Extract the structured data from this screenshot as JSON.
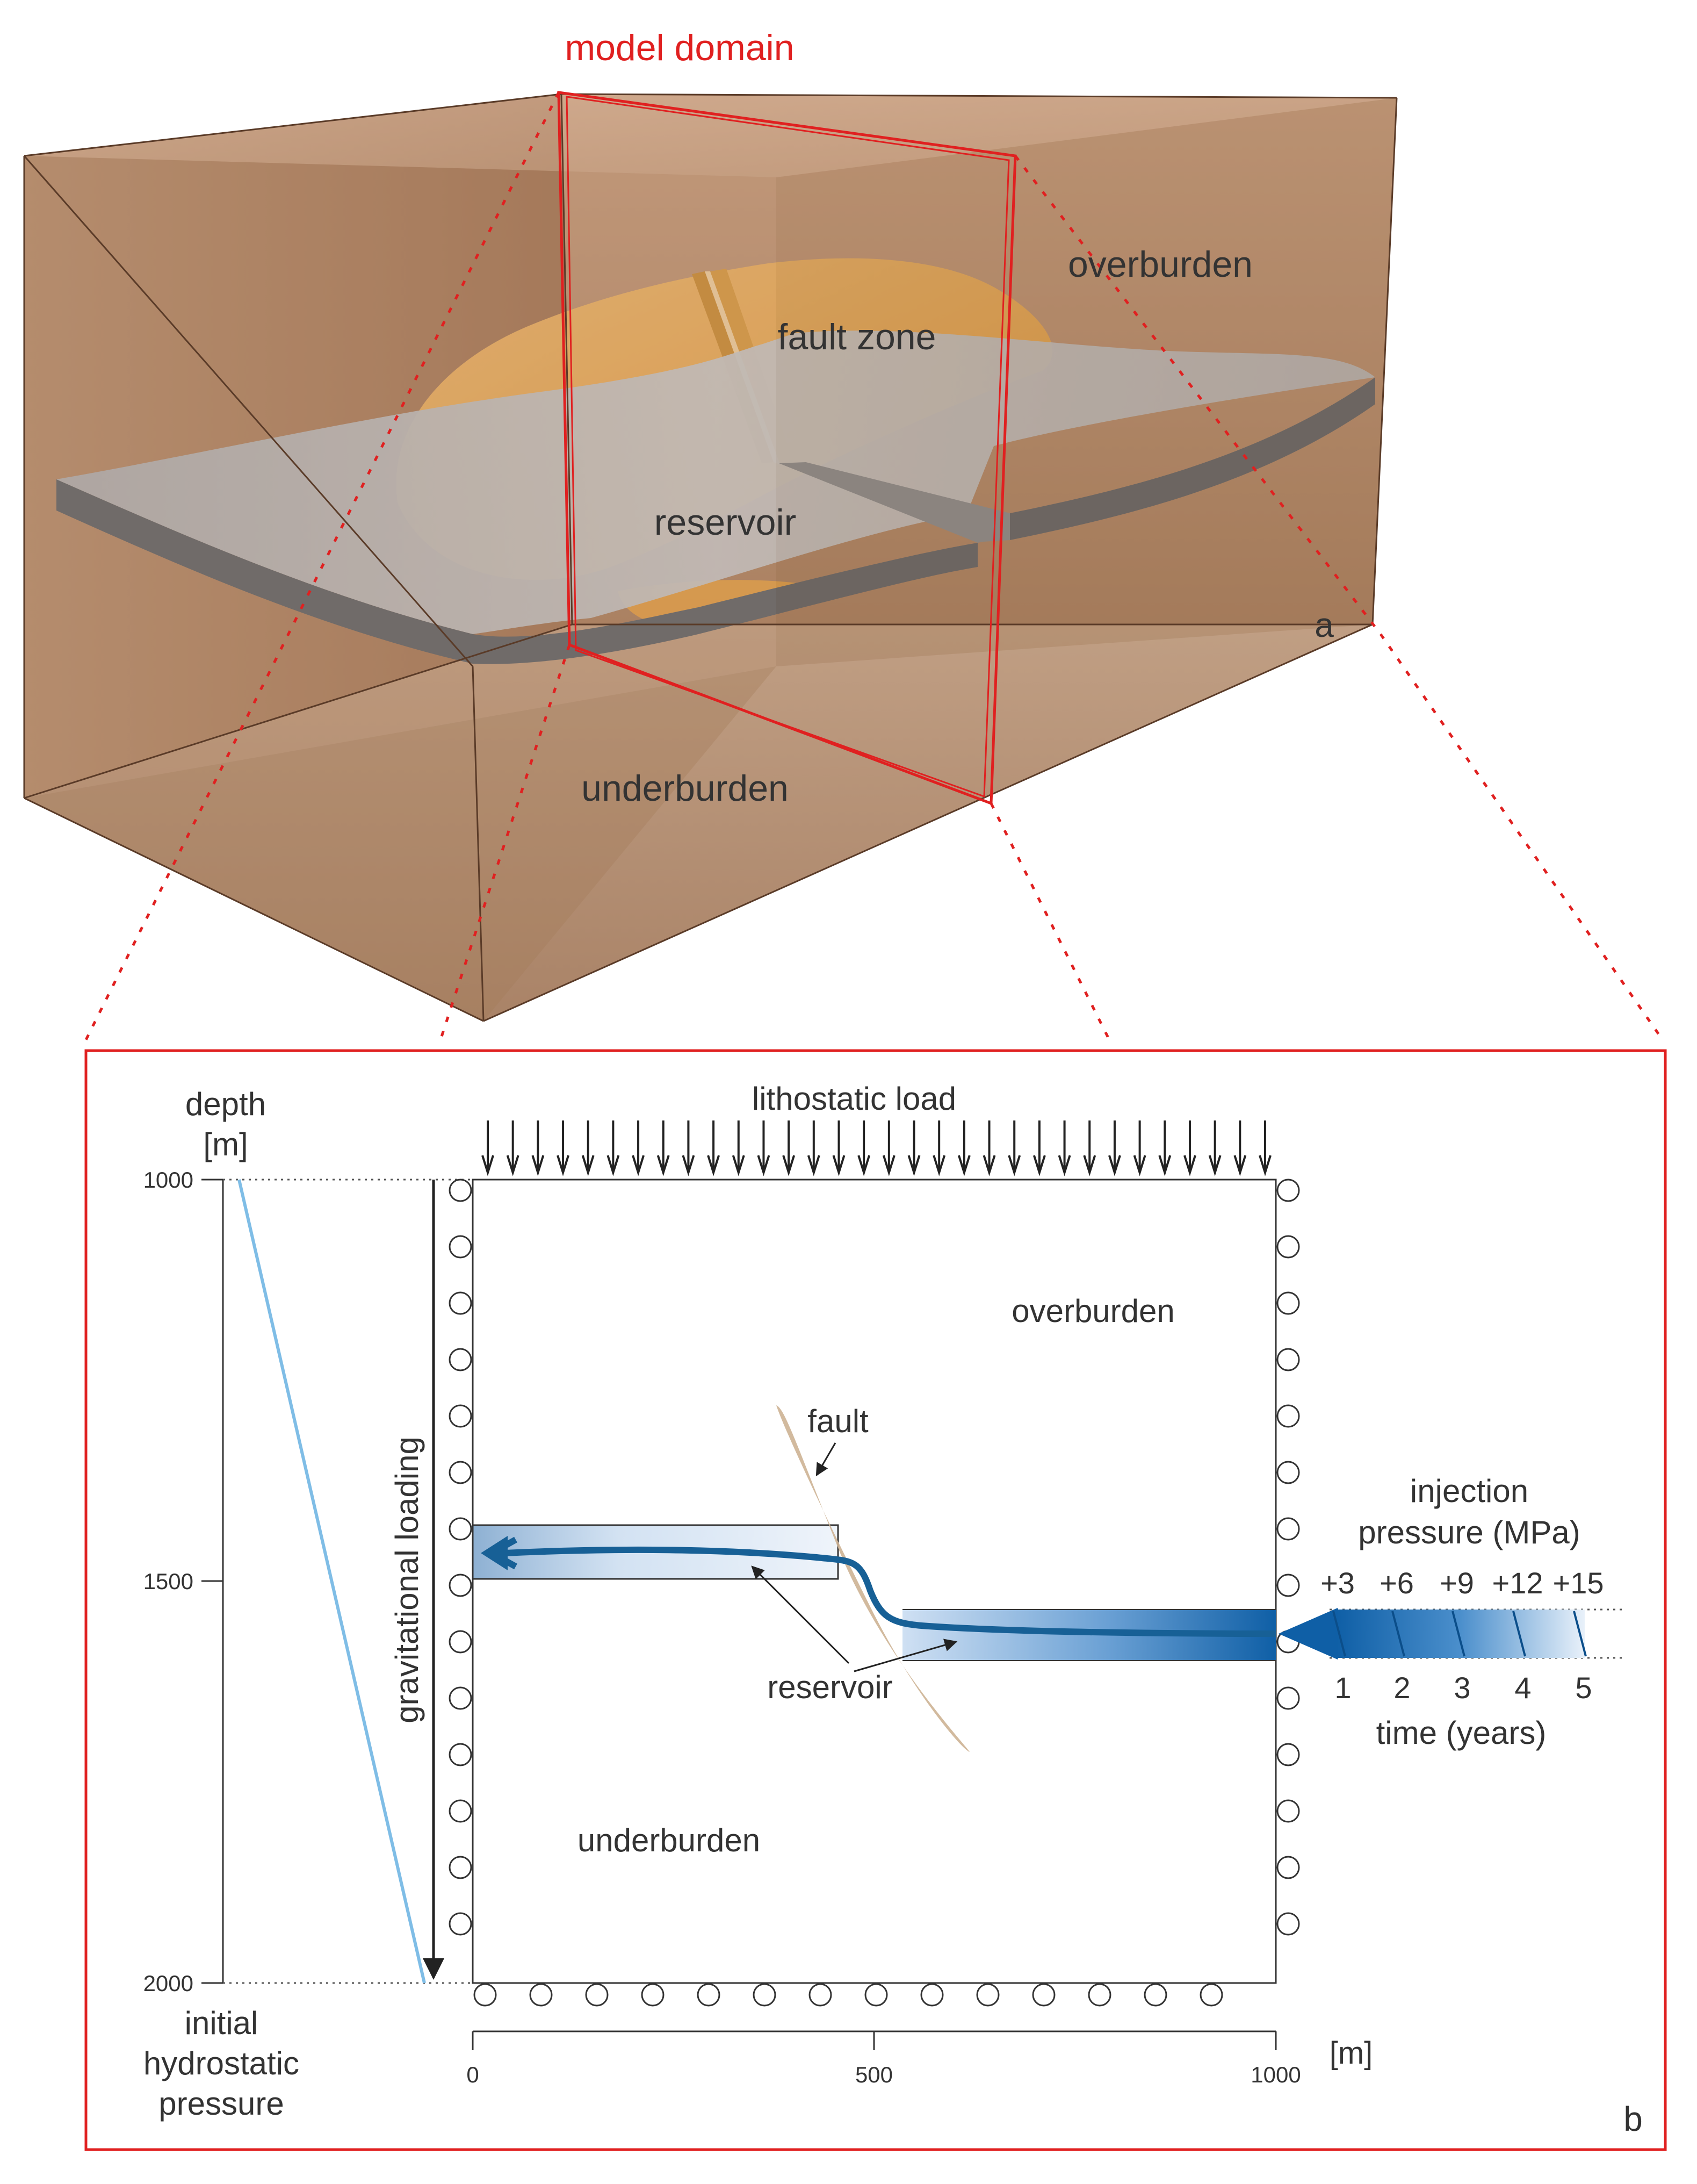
{
  "panel_a": {
    "model_domain_label": "model domain",
    "overburden_label": "overburden",
    "fault_zone_label": "fault zone",
    "reservoir_label": "reservoir",
    "underburden_label": "underburden",
    "panel_letter": "a"
  },
  "panel_b": {
    "depth_label_line1": "depth",
    "depth_label_line2": "[m]",
    "depth_ticks": [
      "1000",
      "1500",
      "2000"
    ],
    "hydrostatic_label_lines": [
      "initial",
      "hydrostatic",
      "pressure"
    ],
    "lithostatic_label": "lithostatic load",
    "gravitational_label": "gravitational loading",
    "overburden_label": "overburden",
    "underburden_label": "underburden",
    "fault_label": "fault",
    "reservoir_label": "reservoir",
    "x_ticks": [
      "0",
      "500",
      "1000"
    ],
    "x_unit": "[m]",
    "injection_label_line1": "injection",
    "injection_label_line2": "pressure (MPa)",
    "pressure_steps": [
      "+3",
      "+6",
      "+9",
      "+12",
      "+15"
    ],
    "time_ticks": [
      "1",
      "2",
      "3",
      "4",
      "5"
    ],
    "time_label": "time (years)",
    "panel_letter": "b"
  },
  "colors": {
    "red": "#e02020",
    "box_brown": "#b88a6b",
    "fault_orange": "#f0a435",
    "reservoir_grey": "#b9c2cc",
    "reservoir_blue": "#1a6fb0",
    "fault_tan": "#cdb294",
    "hydro_blue": "#7fbde6"
  }
}
